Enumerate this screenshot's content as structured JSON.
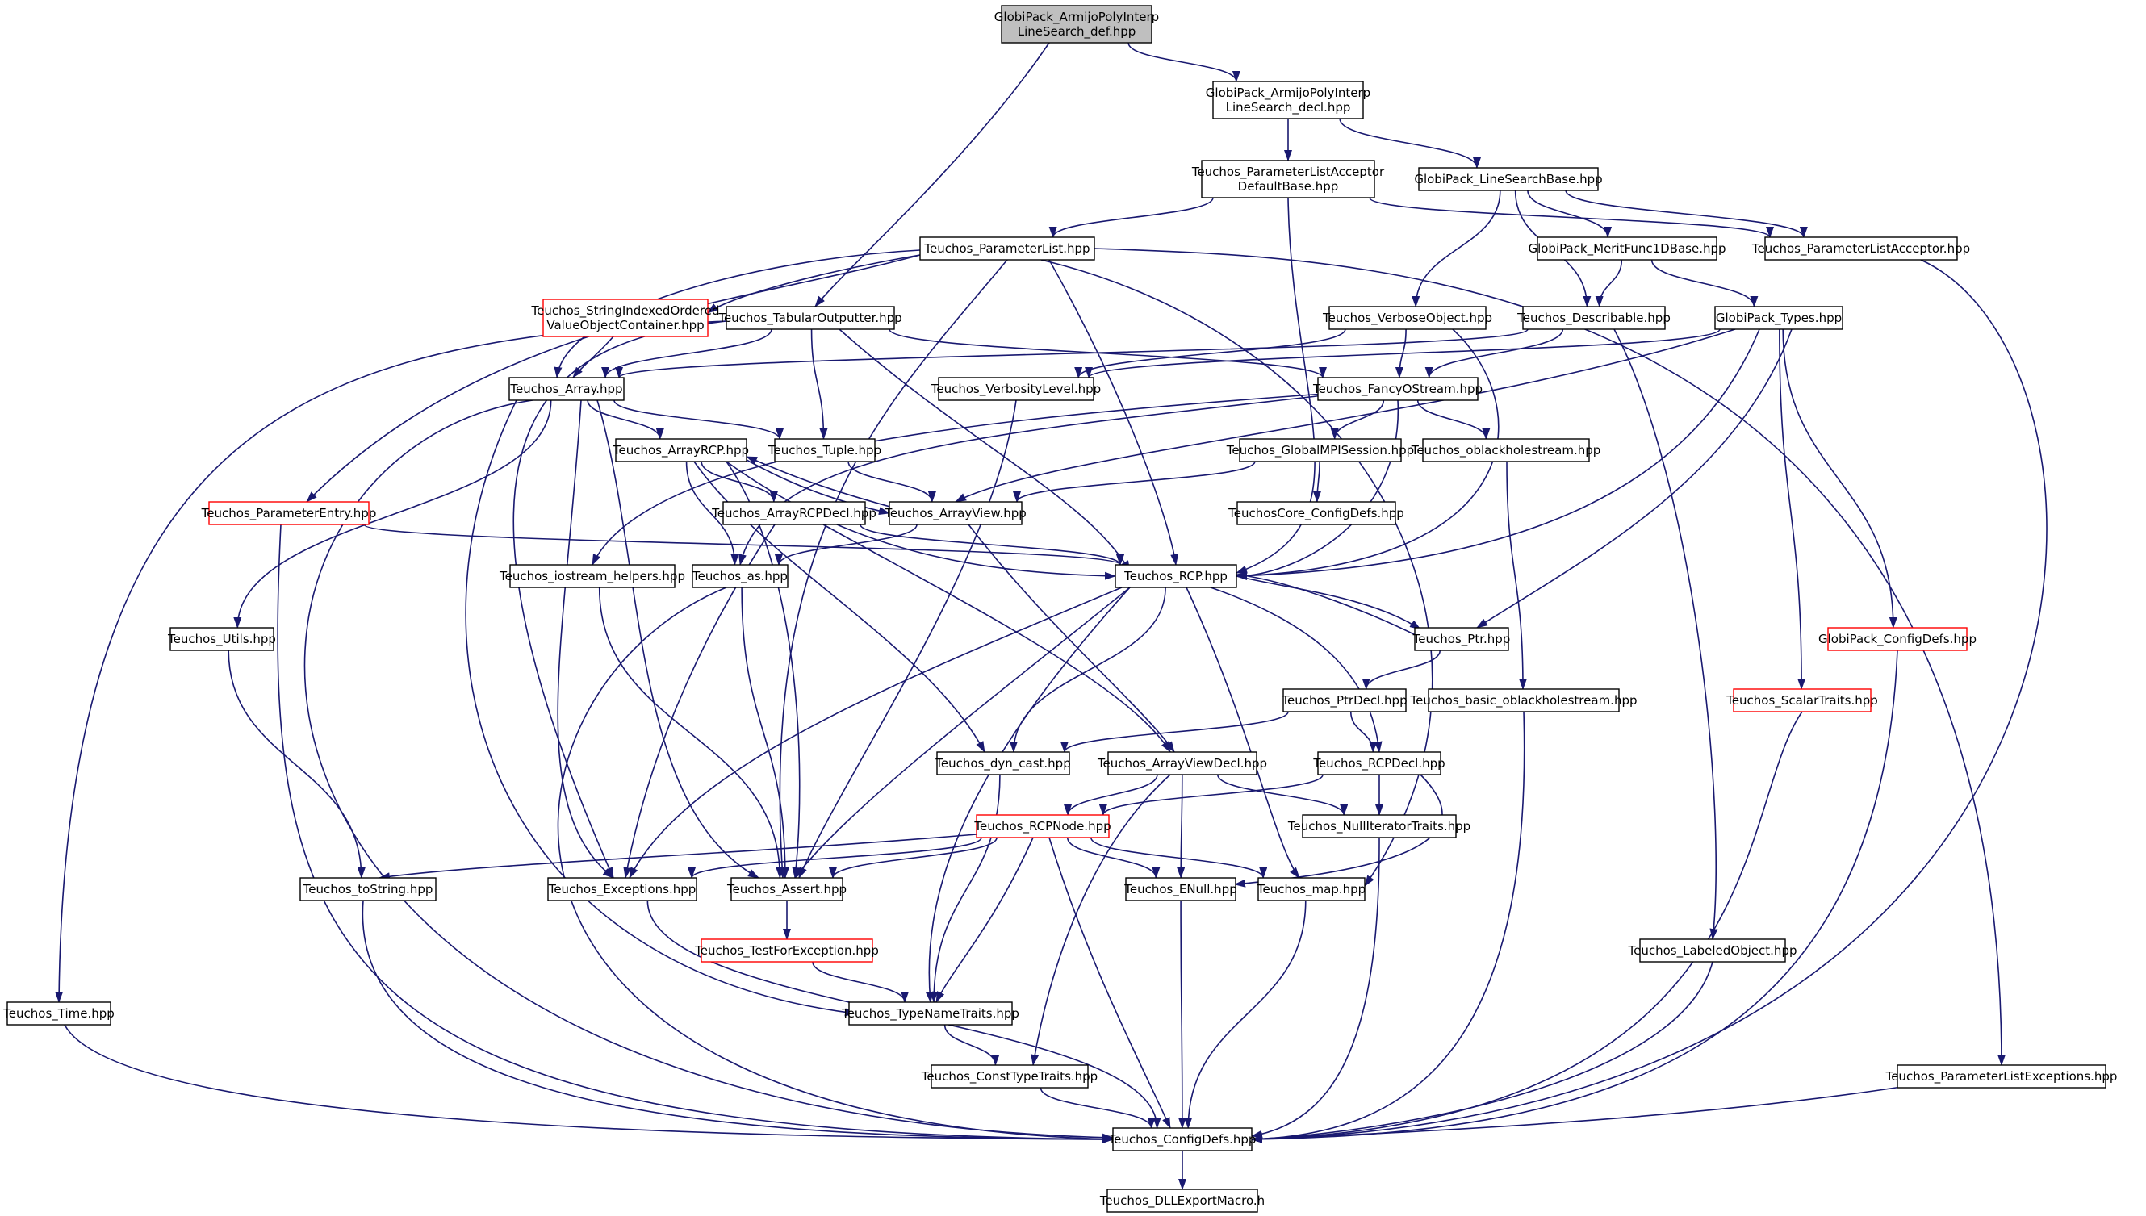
{
  "colors": {
    "edge": "#191970",
    "border_normal": "#000000",
    "border_truncated": "#ff0000",
    "root_fill": "#bfbfbf",
    "fill": "#ffffff"
  },
  "nodes": [
    {
      "id": "root",
      "lines": [
        "GlobiPack_ArmijoPolyInterp",
        "LineSearch_def.hpp"
      ],
      "style": "root"
    },
    {
      "id": "decl",
      "lines": [
        "GlobiPack_ArmijoPolyInterp",
        "LineSearch_decl.hpp"
      ],
      "style": "normal"
    },
    {
      "id": "plad",
      "lines": [
        "Teuchos_ParameterListAcceptor",
        "DefaultBase.hpp"
      ],
      "style": "normal"
    },
    {
      "id": "lsb",
      "lines": [
        "GlobiPack_LineSearchBase.hpp"
      ],
      "style": "normal"
    },
    {
      "id": "pl",
      "lines": [
        "Teuchos_ParameterList.hpp"
      ],
      "style": "normal"
    },
    {
      "id": "mf",
      "lines": [
        "GlobiPack_MeritFunc1DBase.hpp"
      ],
      "style": "normal"
    },
    {
      "id": "pla",
      "lines": [
        "Teuchos_ParameterListAcceptor.hpp"
      ],
      "style": "normal"
    },
    {
      "id": "sio",
      "lines": [
        "Teuchos_StringIndexedOrdered",
        "ValueObjectContainer.hpp"
      ],
      "style": "truncated"
    },
    {
      "id": "tab",
      "lines": [
        "Teuchos_TabularOutputter.hpp"
      ],
      "style": "normal"
    },
    {
      "id": "vo",
      "lines": [
        "Teuchos_VerboseObject.hpp"
      ],
      "style": "normal"
    },
    {
      "id": "desc",
      "lines": [
        "Teuchos_Describable.hpp"
      ],
      "style": "normal"
    },
    {
      "id": "gt",
      "lines": [
        "GlobiPack_Types.hpp"
      ],
      "style": "normal"
    },
    {
      "id": "arr",
      "lines": [
        "Teuchos_Array.hpp"
      ],
      "style": "normal"
    },
    {
      "id": "verb",
      "lines": [
        "Teuchos_VerbosityLevel.hpp"
      ],
      "style": "normal"
    },
    {
      "id": "fos",
      "lines": [
        "Teuchos_FancyOStream.hpp"
      ],
      "style": "normal"
    },
    {
      "id": "arcp",
      "lines": [
        "Teuchos_ArrayRCP.hpp"
      ],
      "style": "normal"
    },
    {
      "id": "tup",
      "lines": [
        "Teuchos_Tuple.hpp"
      ],
      "style": "normal"
    },
    {
      "id": "gmpi",
      "lines": [
        "Teuchos_GlobalMPISession.hpp"
      ],
      "style": "normal"
    },
    {
      "id": "obh",
      "lines": [
        "Teuchos_oblackholestream.hpp"
      ],
      "style": "normal"
    },
    {
      "id": "pe",
      "lines": [
        "Teuchos_ParameterEntry.hpp"
      ],
      "style": "truncated"
    },
    {
      "id": "arcpd",
      "lines": [
        "Teuchos_ArrayRCPDecl.hpp"
      ],
      "style": "normal"
    },
    {
      "id": "av",
      "lines": [
        "Teuchos_ArrayView.hpp"
      ],
      "style": "normal"
    },
    {
      "id": "ccd",
      "lines": [
        "TeuchosCore_ConfigDefs.hpp"
      ],
      "style": "normal"
    },
    {
      "id": "ioh",
      "lines": [
        "Teuchos_iostream_helpers.hpp"
      ],
      "style": "normal"
    },
    {
      "id": "as",
      "lines": [
        "Teuchos_as.hpp"
      ],
      "style": "normal"
    },
    {
      "id": "rcp",
      "lines": [
        "Teuchos_RCP.hpp"
      ],
      "style": "normal"
    },
    {
      "id": "utils",
      "lines": [
        "Teuchos_Utils.hpp"
      ],
      "style": "normal"
    },
    {
      "id": "ptr",
      "lines": [
        "Teuchos_Ptr.hpp"
      ],
      "style": "normal"
    },
    {
      "id": "gcd",
      "lines": [
        "GlobiPack_ConfigDefs.hpp"
      ],
      "style": "truncated"
    },
    {
      "id": "ptrd",
      "lines": [
        "Teuchos_PtrDecl.hpp"
      ],
      "style": "normal"
    },
    {
      "id": "bobh",
      "lines": [
        "Teuchos_basic_oblackholestream.hpp"
      ],
      "style": "normal"
    },
    {
      "id": "st",
      "lines": [
        "Teuchos_ScalarTraits.hpp"
      ],
      "style": "truncated"
    },
    {
      "id": "dyn",
      "lines": [
        "Teuchos_dyn_cast.hpp"
      ],
      "style": "normal"
    },
    {
      "id": "avd",
      "lines": [
        "Teuchos_ArrayViewDecl.hpp"
      ],
      "style": "normal"
    },
    {
      "id": "rcpd",
      "lines": [
        "Teuchos_RCPDecl.hpp"
      ],
      "style": "normal"
    },
    {
      "id": "rcpn",
      "lines": [
        "Teuchos_RCPNode.hpp"
      ],
      "style": "truncated"
    },
    {
      "id": "nit",
      "lines": [
        "Teuchos_NullIteratorTraits.hpp"
      ],
      "style": "normal"
    },
    {
      "id": "tostr",
      "lines": [
        "Teuchos_toString.hpp"
      ],
      "style": "normal"
    },
    {
      "id": "exc",
      "lines": [
        "Teuchos_Exceptions.hpp"
      ],
      "style": "normal"
    },
    {
      "id": "asrt",
      "lines": [
        "Teuchos_Assert.hpp"
      ],
      "style": "normal"
    },
    {
      "id": "enull",
      "lines": [
        "Teuchos_ENull.hpp"
      ],
      "style": "normal"
    },
    {
      "id": "map",
      "lines": [
        "Teuchos_map.hpp"
      ],
      "style": "normal"
    },
    {
      "id": "tfe",
      "lines": [
        "Teuchos_TestForException.hpp"
      ],
      "style": "truncated"
    },
    {
      "id": "lo",
      "lines": [
        "Teuchos_LabeledObject.hpp"
      ],
      "style": "normal"
    },
    {
      "id": "time",
      "lines": [
        "Teuchos_Time.hpp"
      ],
      "style": "normal"
    },
    {
      "id": "tnt",
      "lines": [
        "Teuchos_TypeNameTraits.hpp"
      ],
      "style": "normal"
    },
    {
      "id": "ctt",
      "lines": [
        "Teuchos_ConstTypeTraits.hpp"
      ],
      "style": "normal"
    },
    {
      "id": "ple",
      "lines": [
        "Teuchos_ParameterListExceptions.hpp"
      ],
      "style": "normal"
    },
    {
      "id": "cdefs",
      "lines": [
        "Teuchos_ConfigDefs.hpp"
      ],
      "style": "normal"
    },
    {
      "id": "dll",
      "lines": [
        "Teuchos_DLLExportMacro.h"
      ],
      "style": "normal"
    }
  ],
  "edges": [
    [
      "root",
      "decl"
    ],
    [
      "root",
      "tab"
    ],
    [
      "decl",
      "plad"
    ],
    [
      "decl",
      "lsb"
    ],
    [
      "plad",
      "pl"
    ],
    [
      "plad",
      "pla"
    ],
    [
      "plad",
      "rcp"
    ],
    [
      "lsb",
      "mf"
    ],
    [
      "lsb",
      "pla"
    ],
    [
      "lsb",
      "vo"
    ],
    [
      "lsb",
      "desc"
    ],
    [
      "pl",
      "sio"
    ],
    [
      "pl",
      "arr"
    ],
    [
      "pl",
      "pe"
    ],
    [
      "pl",
      "rcp"
    ],
    [
      "pl",
      "asrt"
    ],
    [
      "pl",
      "map"
    ],
    [
      "pl",
      "ple"
    ],
    [
      "mf",
      "desc"
    ],
    [
      "mf",
      "gt"
    ],
    [
      "pla",
      "cdefs"
    ],
    [
      "sio",
      "arr"
    ],
    [
      "tab",
      "arr"
    ],
    [
      "tab",
      "fos"
    ],
    [
      "tab",
      "tup"
    ],
    [
      "tab",
      "rcp"
    ],
    [
      "tab",
      "exc"
    ],
    [
      "tab",
      "time"
    ],
    [
      "vo",
      "fos"
    ],
    [
      "vo",
      "verb"
    ],
    [
      "vo",
      "rcp"
    ],
    [
      "desc",
      "fos"
    ],
    [
      "desc",
      "lo"
    ],
    [
      "desc",
      "arr"
    ],
    [
      "gt",
      "verb"
    ],
    [
      "gt",
      "av"
    ],
    [
      "gt",
      "rcp"
    ],
    [
      "gt",
      "ptr"
    ],
    [
      "gt",
      "st"
    ],
    [
      "gt",
      "gcd"
    ],
    [
      "arr",
      "arcp"
    ],
    [
      "arr",
      "tup"
    ],
    [
      "arr",
      "utils"
    ],
    [
      "arr",
      "exc"
    ],
    [
      "arr",
      "asrt"
    ],
    [
      "arr",
      "tnt"
    ],
    [
      "arr",
      "cdefs"
    ],
    [
      "verb",
      "asrt"
    ],
    [
      "fos",
      "gmpi"
    ],
    [
      "fos",
      "obh"
    ],
    [
      "fos",
      "rcp"
    ],
    [
      "fos",
      "ioh"
    ],
    [
      "fos",
      "as"
    ],
    [
      "arcp",
      "av"
    ],
    [
      "arcp",
      "arcpd"
    ],
    [
      "arcp",
      "as"
    ],
    [
      "arcp",
      "rcp"
    ],
    [
      "arcp",
      "dyn"
    ],
    [
      "arcp",
      "asrt"
    ],
    [
      "tup",
      "av"
    ],
    [
      "gmpi",
      "av"
    ],
    [
      "gmpi",
      "ccd"
    ],
    [
      "obh",
      "bobh"
    ],
    [
      "pe",
      "rcp"
    ],
    [
      "pe",
      "cdefs"
    ],
    [
      "arcpd",
      "rcp"
    ],
    [
      "arcpd",
      "avd"
    ],
    [
      "arcpd",
      "exc"
    ],
    [
      "av",
      "arcp"
    ],
    [
      "av",
      "as"
    ],
    [
      "av",
      "avd"
    ],
    [
      "ioh",
      "asrt"
    ],
    [
      "as",
      "asrt"
    ],
    [
      "as",
      "cdefs"
    ],
    [
      "rcp",
      "ptr"
    ],
    [
      "rcp",
      "rcpd"
    ],
    [
      "rcp",
      "dyn"
    ],
    [
      "rcp",
      "exc"
    ],
    [
      "rcp",
      "asrt"
    ],
    [
      "rcp",
      "map"
    ],
    [
      "rcp",
      "tnt"
    ],
    [
      "utils",
      "tostr"
    ],
    [
      "ptr",
      "rcp"
    ],
    [
      "ptr",
      "ptrd"
    ],
    [
      "ptrd",
      "rcpd"
    ],
    [
      "ptrd",
      "dyn"
    ],
    [
      "bobh",
      "cdefs"
    ],
    [
      "st",
      "cdefs"
    ],
    [
      "gcd",
      "cdefs"
    ],
    [
      "dyn",
      "tnt"
    ],
    [
      "avd",
      "rcpn"
    ],
    [
      "avd",
      "nit"
    ],
    [
      "avd",
      "enull"
    ],
    [
      "avd",
      "ctt"
    ],
    [
      "rcpd",
      "rcpn"
    ],
    [
      "rcpd",
      "nit"
    ],
    [
      "rcpd",
      "enull"
    ],
    [
      "rcpn",
      "tostr"
    ],
    [
      "rcpn",
      "exc"
    ],
    [
      "rcpn",
      "asrt"
    ],
    [
      "rcpn",
      "enull"
    ],
    [
      "rcpn",
      "map"
    ],
    [
      "rcpn",
      "tnt"
    ],
    [
      "rcpn",
      "cdefs"
    ],
    [
      "nit",
      "cdefs"
    ],
    [
      "tostr",
      "cdefs"
    ],
    [
      "exc",
      "cdefs"
    ],
    [
      "asrt",
      "tfe"
    ],
    [
      "enull",
      "cdefs"
    ],
    [
      "map",
      "cdefs"
    ],
    [
      "tfe",
      "tnt"
    ],
    [
      "lo",
      "cdefs"
    ],
    [
      "time",
      "cdefs"
    ],
    [
      "tnt",
      "ctt"
    ],
    [
      "ctt",
      "cdefs"
    ],
    [
      "ple",
      "cdefs"
    ],
    [
      "cdefs",
      "dll"
    ]
  ]
}
